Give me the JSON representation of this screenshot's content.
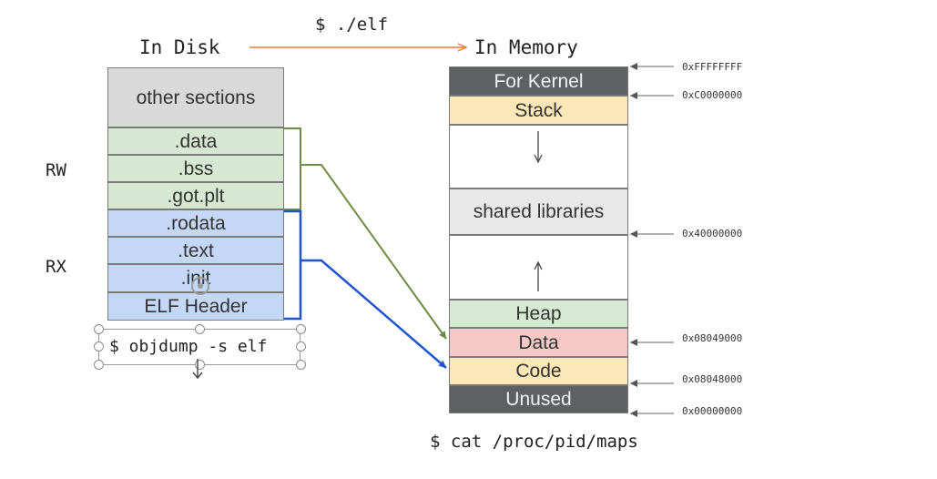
{
  "header": {
    "command": "$ ./elf",
    "disk_title": "In Disk",
    "memory_title": "In Memory"
  },
  "permissions": {
    "rw": "RW",
    "rx": "RX"
  },
  "disk_sections": [
    {
      "label": "other sections"
    },
    {
      "label": ".data"
    },
    {
      "label": ".bss"
    },
    {
      "label": ".got.plt"
    },
    {
      "label": ".rodata"
    },
    {
      "label": ".text"
    },
    {
      "label": ".init"
    },
    {
      "label": "ELF Header"
    }
  ],
  "disk_command": "$ objdump -s elf",
  "memory_segments": [
    {
      "label": "For Kernel"
    },
    {
      "label": "Stack"
    },
    {
      "label": ""
    },
    {
      "label": "shared libraries"
    },
    {
      "label": ""
    },
    {
      "label": "Heap"
    },
    {
      "label": "Data"
    },
    {
      "label": "Code"
    },
    {
      "label": "Unused"
    }
  ],
  "addresses": [
    "0xFFFFFFFF",
    "0xC0000000",
    "0x40000000",
    "0x08049000",
    "0x08048000",
    "0x00000000"
  ],
  "memory_command": "$ cat /proc/pid/maps",
  "colors": {
    "rw_connector": "#6e8c45",
    "rx_connector": "#1f54cc",
    "header_arrow": "#f07a3c",
    "address_arrow": "#666666"
  }
}
